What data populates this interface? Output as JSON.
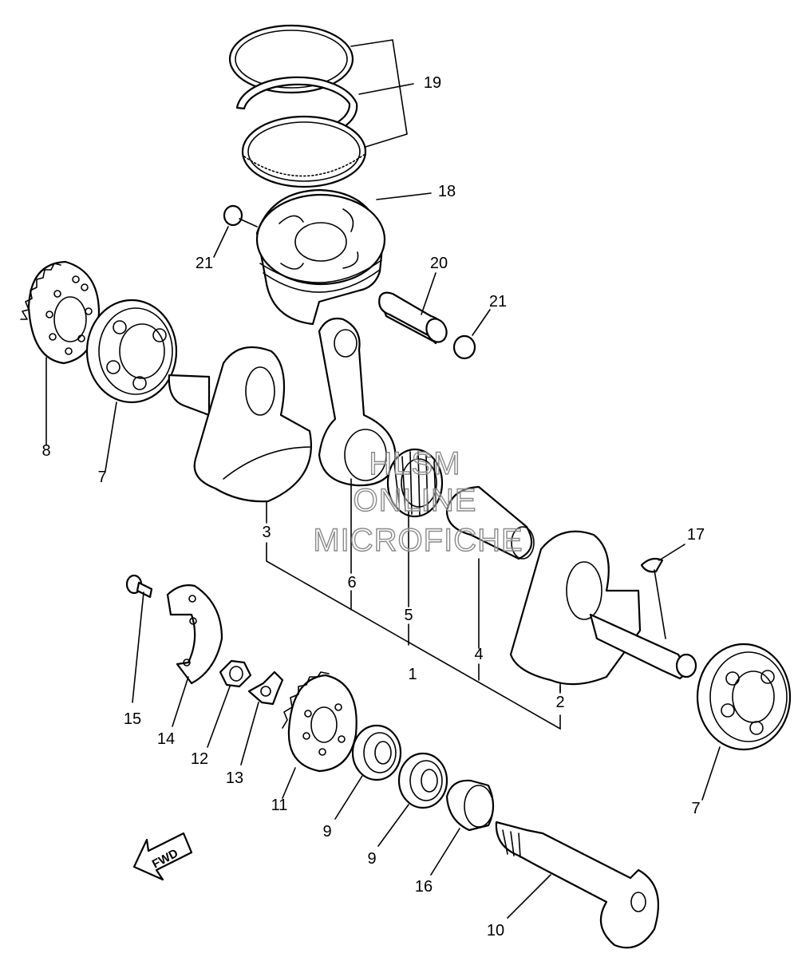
{
  "callouts": [
    {
      "id": "c19",
      "label": "19"
    },
    {
      "id": "c18",
      "label": "18"
    },
    {
      "id": "c21a",
      "label": "21"
    },
    {
      "id": "c20",
      "label": "20"
    },
    {
      "id": "c21b",
      "label": "21"
    },
    {
      "id": "c8",
      "label": "8"
    },
    {
      "id": "c7a",
      "label": "7"
    },
    {
      "id": "c3",
      "label": "3"
    },
    {
      "id": "c6",
      "label": "6"
    },
    {
      "id": "c5",
      "label": "5"
    },
    {
      "id": "c4",
      "label": "4"
    },
    {
      "id": "c1",
      "label": "1"
    },
    {
      "id": "c17",
      "label": "17"
    },
    {
      "id": "c2",
      "label": "2"
    },
    {
      "id": "c7b",
      "label": "7"
    },
    {
      "id": "c15",
      "label": "15"
    },
    {
      "id": "c14",
      "label": "14"
    },
    {
      "id": "c12",
      "label": "12"
    },
    {
      "id": "c13",
      "label": "13"
    },
    {
      "id": "c11",
      "label": "11"
    },
    {
      "id": "c9a",
      "label": "9"
    },
    {
      "id": "c9b",
      "label": "9"
    },
    {
      "id": "c16",
      "label": "16"
    },
    {
      "id": "c10",
      "label": "10"
    }
  ],
  "fwd_label": "FWD",
  "watermark": {
    "line1": "HLSM",
    "line2": "ONLINE",
    "line3": "MICROFICHE"
  }
}
